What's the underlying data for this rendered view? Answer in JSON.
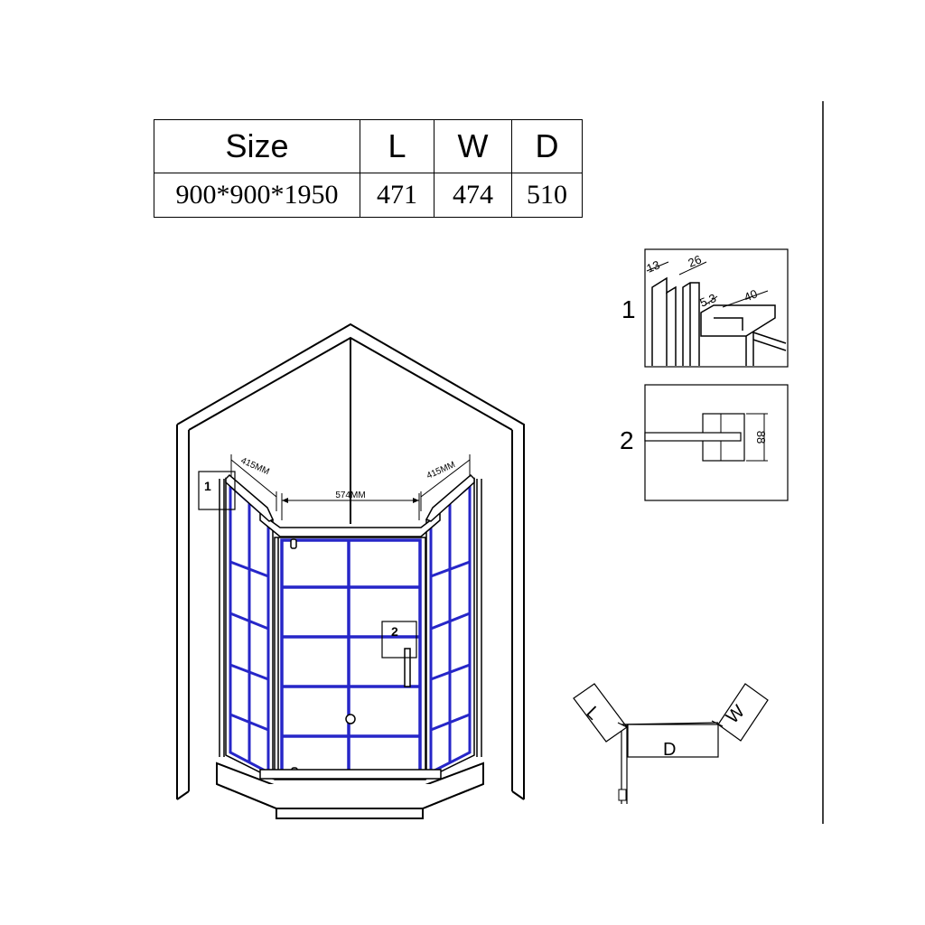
{
  "spec_table": {
    "headers": [
      "Size",
      "L",
      "W",
      "D"
    ],
    "values": [
      "900*900*1950",
      "471",
      "474",
      "510"
    ]
  },
  "dimensions": {
    "left_width": "415MM",
    "center_width": "574MM",
    "right_width": "415MM"
  },
  "callouts": {
    "one": "1",
    "two": "2"
  },
  "detail1": {
    "label": "1",
    "dims": [
      "13",
      "26",
      "5.3",
      "40"
    ]
  },
  "detail2": {
    "label": "2",
    "dim": "88"
  },
  "plan": {
    "l": "L",
    "d": "D",
    "w": "W"
  },
  "colors": {
    "frame": "#2626c8",
    "line": "#000000"
  }
}
